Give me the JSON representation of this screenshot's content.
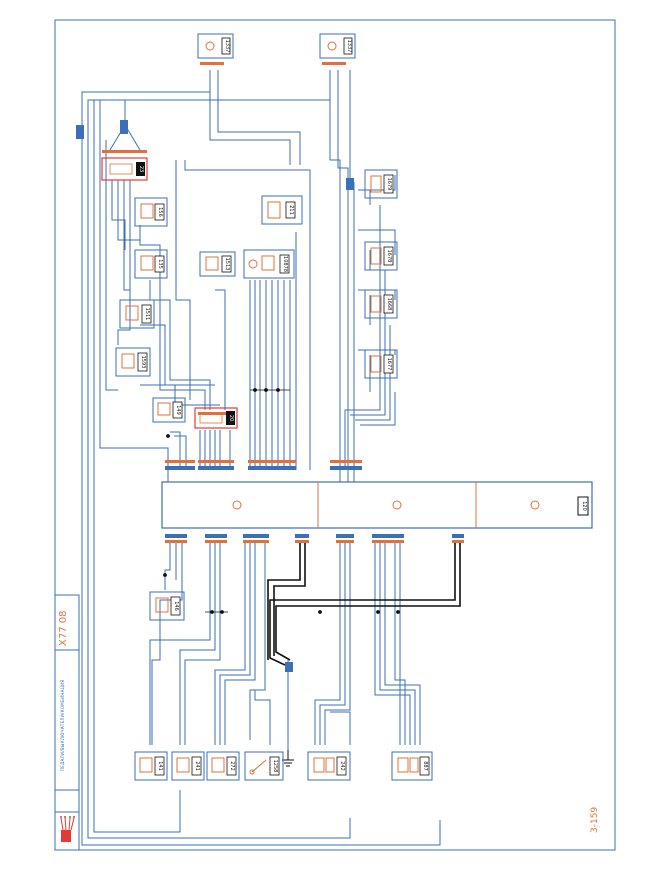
{
  "title_block": {
    "vehicle_code": "X77",
    "year": "08",
    "caption": "ПЕДАЛИ/ВЫКЛЮЧАТЕЛИ/КОМБИНАЦИЯ"
  },
  "page_number": "3-159",
  "modules": {
    "main_unit": "120",
    "top_left": "1337",
    "top_right": "1337",
    "unit_mid": "211",
    "fuse_box_top": "23",
    "fuse_box_mid": "20",
    "comp_156": "156",
    "comp_135": "135",
    "comp_1513": "1513",
    "comp_10878": "10878",
    "comp_1679": "1679",
    "comp_1678": "1678",
    "comp_1668": "1668",
    "comp_1677": "1677",
    "comp_1511": "1511",
    "comp_1593": "1593",
    "comp_149": "149",
    "comp_146": "146",
    "bottom_141": "141",
    "bottom_241": "241",
    "bottom_272": "272",
    "bottom_1258": "1258",
    "bottom_242": "242",
    "bottom_887": "887"
  },
  "colors": {
    "wire_blue": "#3b6fb6",
    "accent_orange": "#e2703a",
    "frame_blue": "#3b6fb6",
    "wire_black": "#111111",
    "logo_red": "#e53935"
  }
}
